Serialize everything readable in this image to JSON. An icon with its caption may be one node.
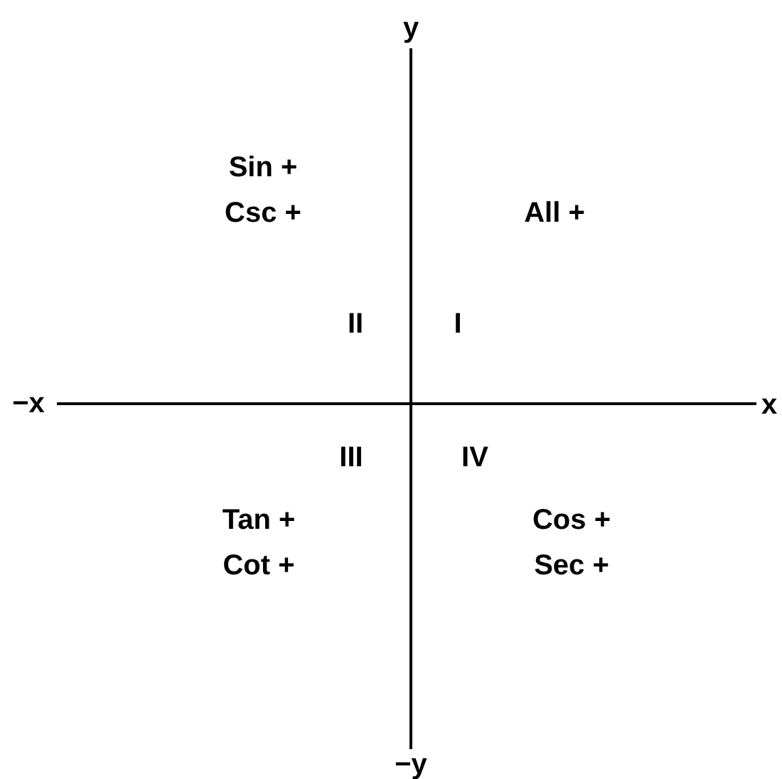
{
  "diagram": {
    "labels": [
      "y",
      "Sin +",
      "Csc +",
      "All +",
      "II",
      "I",
      "−x",
      "x",
      "III",
      "IV",
      "Tan +",
      "Cot +",
      "Cos +",
      "Sec +",
      "−y"
    ]
  }
}
